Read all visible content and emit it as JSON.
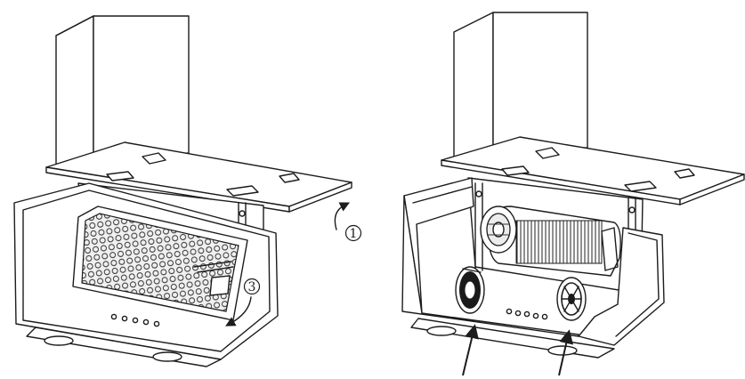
{
  "figure": {
    "panels": [
      {
        "id": "filter-removal",
        "callouts": [
          "①",
          "③"
        ]
      },
      {
        "id": "carbon-filter-fitting",
        "callouts": []
      }
    ]
  },
  "colors": {
    "line": "#1c1c1c",
    "mesh_fill": "#e8e8e8",
    "background": "#ffffff"
  }
}
